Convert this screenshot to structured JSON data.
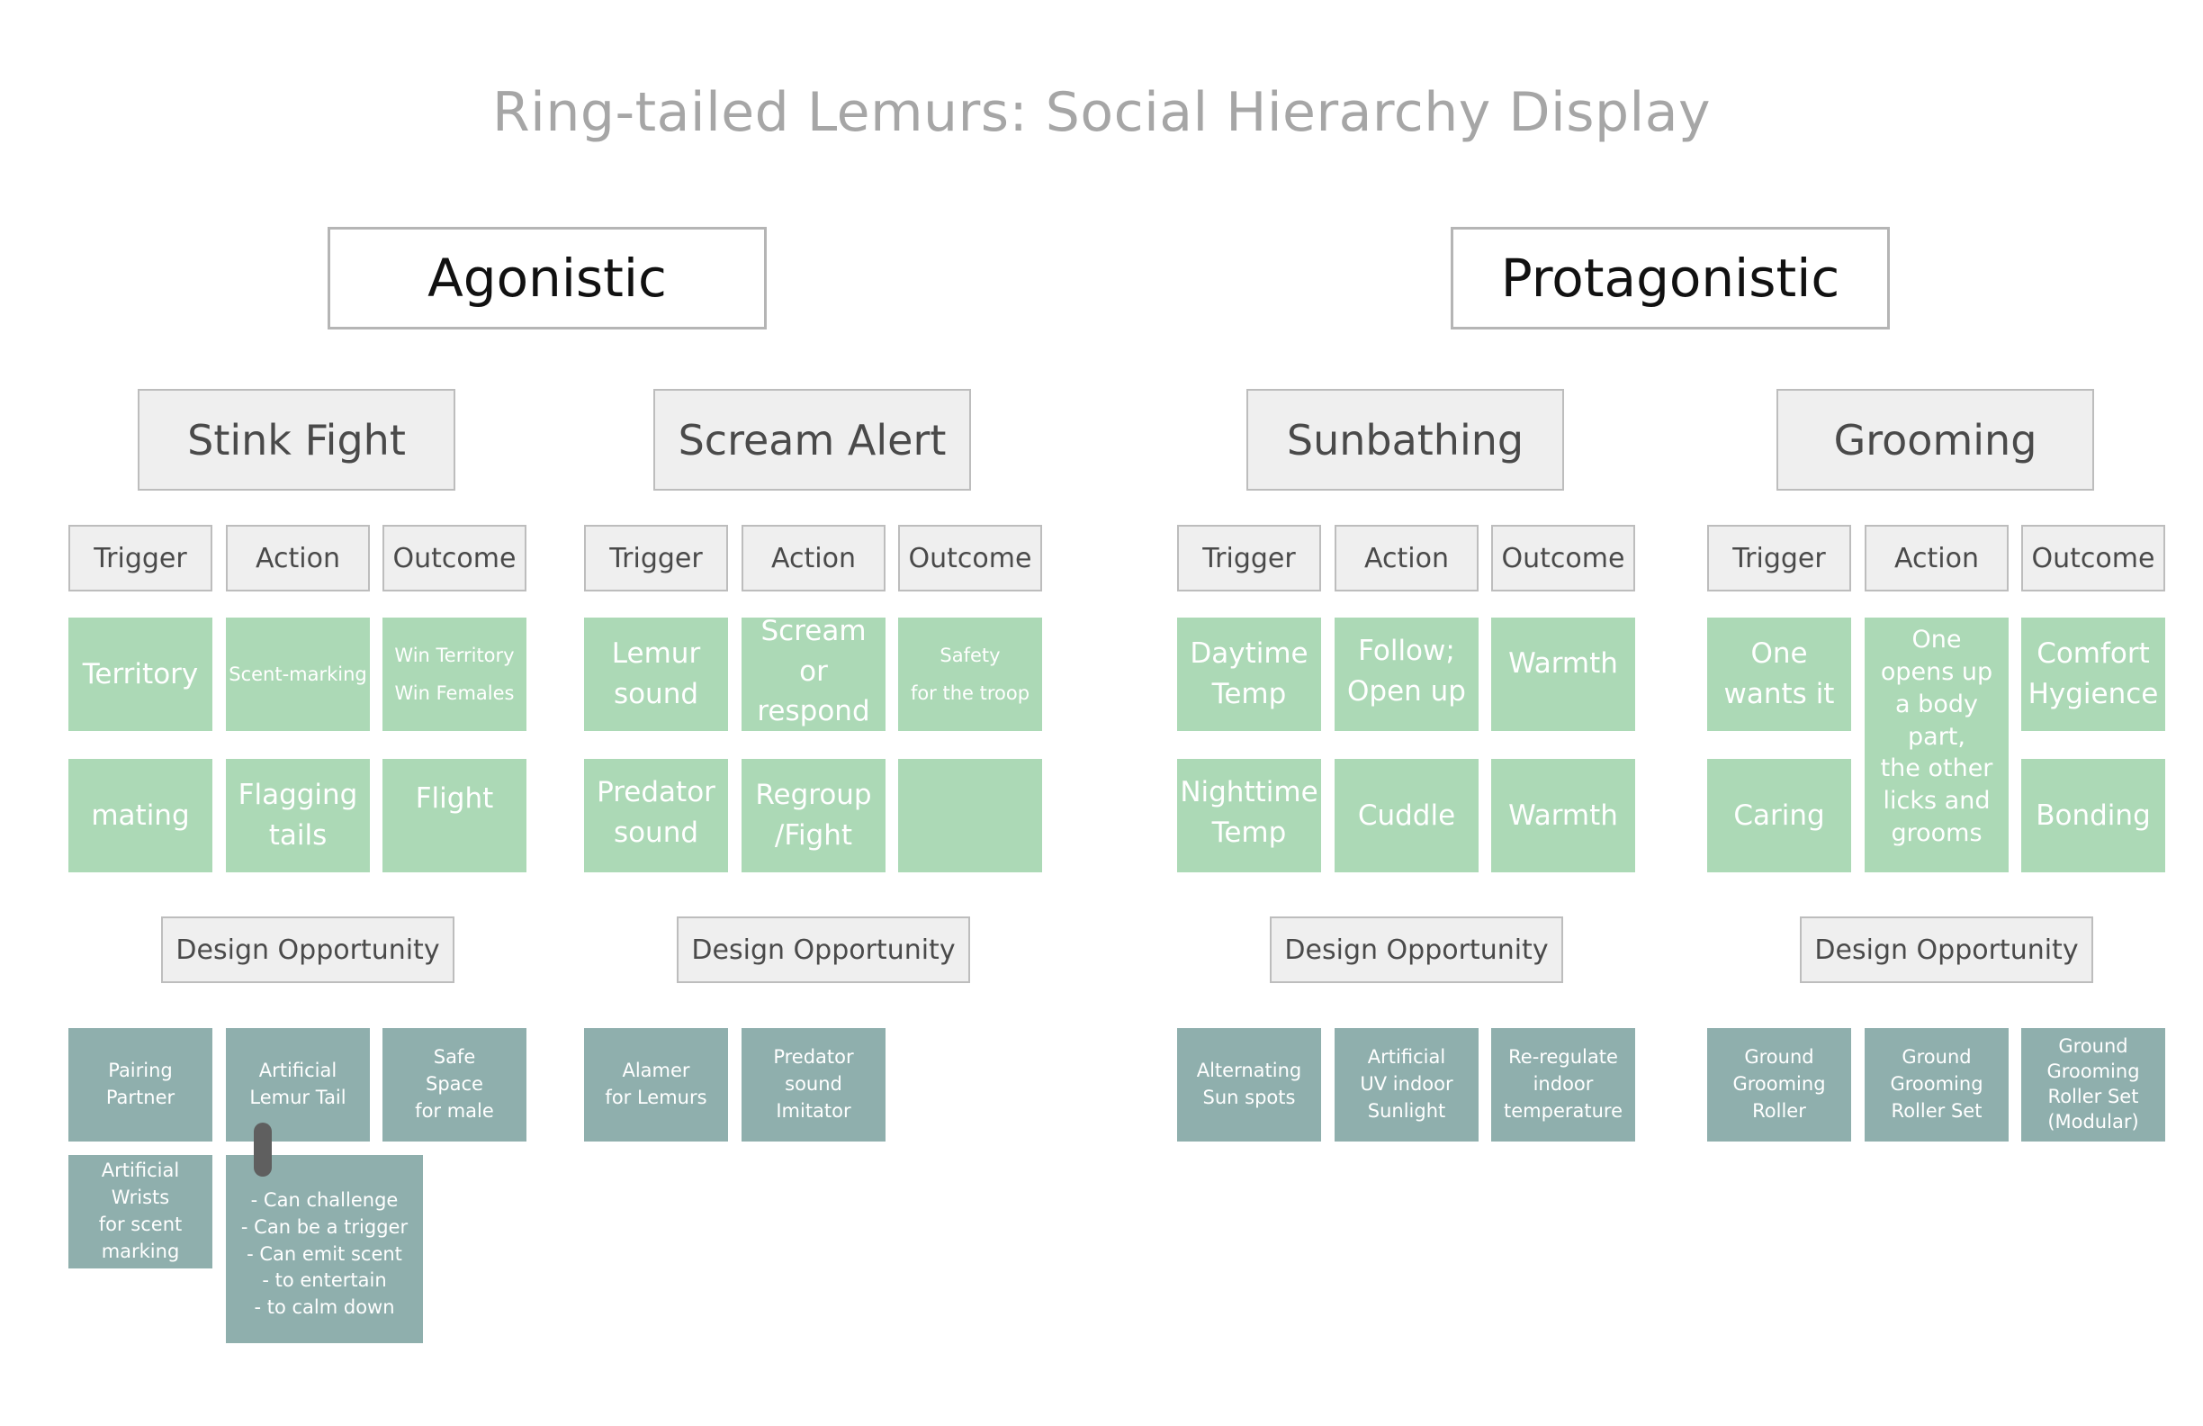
{
  "title": "Ring-tailed Lemurs: Social Hierarchy Display",
  "categories": {
    "agonistic": "Agonistic",
    "protagonistic": "Protagonistic"
  },
  "column_headers": {
    "trigger": "Trigger",
    "action": "Action",
    "outcome": "Outcome"
  },
  "design_label": "Design Opportunity",
  "groups": {
    "stink_fight": {
      "title": "Stink Fight",
      "cells": [
        "Territory",
        "Scent-marking",
        "Win Territory\nWin Females",
        "mating",
        "Flagging\ntails",
        "Flight"
      ],
      "opportunities": [
        "Pairing\nPartner",
        "Artificial\nLemur Tail",
        "Safe\nSpace\nfor male",
        "Artificial\nWrists\nfor scent\nmarking"
      ],
      "note": "-  Can challenge\n- Can be a trigger\n- Can emit scent\n- to entertain\n- to calm down"
    },
    "scream_alert": {
      "title": "Scream Alert",
      "cells": [
        "Lemur\nsound",
        "Scream\nor respond",
        "Safety\nfor the troop",
        "Predator\nsound",
        "Regroup\n/Fight",
        ""
      ],
      "opportunities": [
        "Alamer\nfor Lemurs",
        "Predator\nsound\nImitator"
      ]
    },
    "sunbathing": {
      "title": "Sunbathing",
      "cells": [
        "Daytime\nTemp",
        "Follow;\nOpen up",
        "Warmth",
        "Nighttime\nTemp",
        "Cuddle",
        "Warmth"
      ],
      "opportunities": [
        "Alternating\nSun spots",
        "Artificial\nUV indoor\nSunlight",
        "Re-regulate\nindoor\ntemperature"
      ]
    },
    "grooming": {
      "title": "Grooming",
      "cells": [
        "One\nwants it",
        "One\nopens up\na body part,\nthe other\nlicks and\ngrooms",
        "Comfort\nHygience",
        "Caring",
        "Bonding"
      ],
      "opportunities": [
        "Ground\nGrooming\nRoller",
        "Ground\nGrooming\nRoller Set",
        "Ground\nGrooming\nRoller Set\n(Modular)"
      ]
    }
  },
  "colors": {
    "cell_green": "#acd9b6",
    "opportunity_teal": "#8fafad",
    "title_gray": "#a6a6a6"
  }
}
